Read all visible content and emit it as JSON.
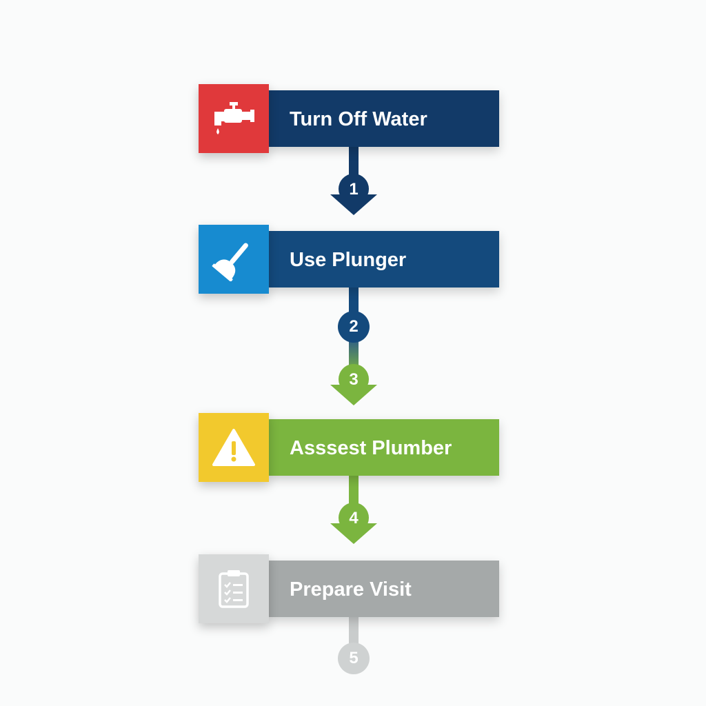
{
  "steps": [
    {
      "label": "Turn Off Water",
      "icon": "faucet-icon",
      "icon_color": "#e0393b",
      "bar_color": "#123a68"
    },
    {
      "label": "Use Plunger",
      "icon": "plunger-icon",
      "icon_color": "#178bd0",
      "bar_color": "#144a7d"
    },
    {
      "label": "Asssest Plumber",
      "icon": "warning-icon",
      "icon_color": "#f2c92d",
      "bar_color": "#7bb53f"
    },
    {
      "label": "Prepare Visit",
      "icon": "clipboard-icon",
      "icon_color": "#d6d8d8",
      "bar_color": "#a5a9a9"
    }
  ],
  "markers": [
    {
      "number": "1",
      "shape": "arrow",
      "color": "#123a68"
    },
    {
      "number": "2",
      "shape": "circle",
      "color": "#144a7d"
    },
    {
      "number": "3",
      "shape": "arrow",
      "color": "#7bb53f"
    },
    {
      "number": "4",
      "shape": "arrow",
      "color": "#7bb53f"
    },
    {
      "number": "5",
      "shape": "circle",
      "color": "#cfd2d2"
    }
  ]
}
